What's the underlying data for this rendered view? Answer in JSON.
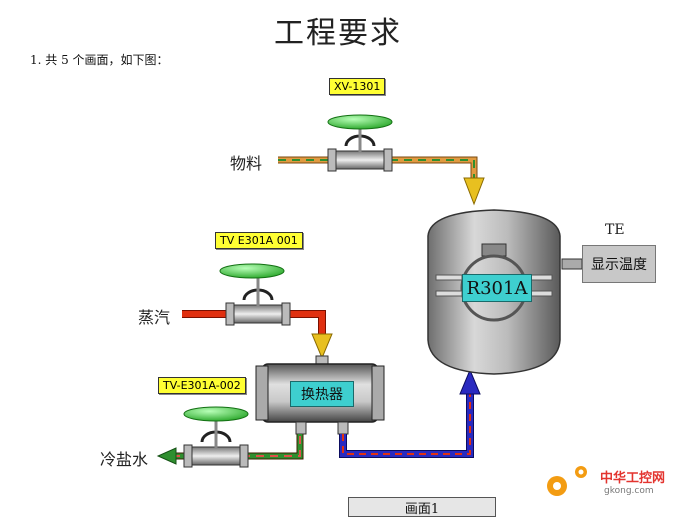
{
  "title": "工程要求",
  "intro": "1.   共 5 个画面，如下图：",
  "valves": [
    {
      "tag": "XV-1301"
    },
    {
      "tag": "TV E301A 001"
    },
    {
      "tag": "TV-E301A-002"
    }
  ],
  "inputs": {
    "material": "物料",
    "steam": "蒸汽",
    "brine": "冷盐水"
  },
  "reactor": {
    "label": "R301A"
  },
  "heat_exchanger": {
    "label": "换热器"
  },
  "temperature": {
    "sensor": "TE",
    "display": "显示温度"
  },
  "footer_button": "画面1",
  "watermark": {
    "brand": "中华工控网",
    "url": "gkong.com"
  },
  "colors": {
    "steam_pipe": "#e03010",
    "material_pipe": "#d98a30",
    "cold_pipe": "#1a1aa0",
    "valve_green": "#33cc33",
    "reactor_gray": "#9a9a9a",
    "label_teal": "#3ecfcf",
    "tag_yellow": "#ffff33"
  }
}
